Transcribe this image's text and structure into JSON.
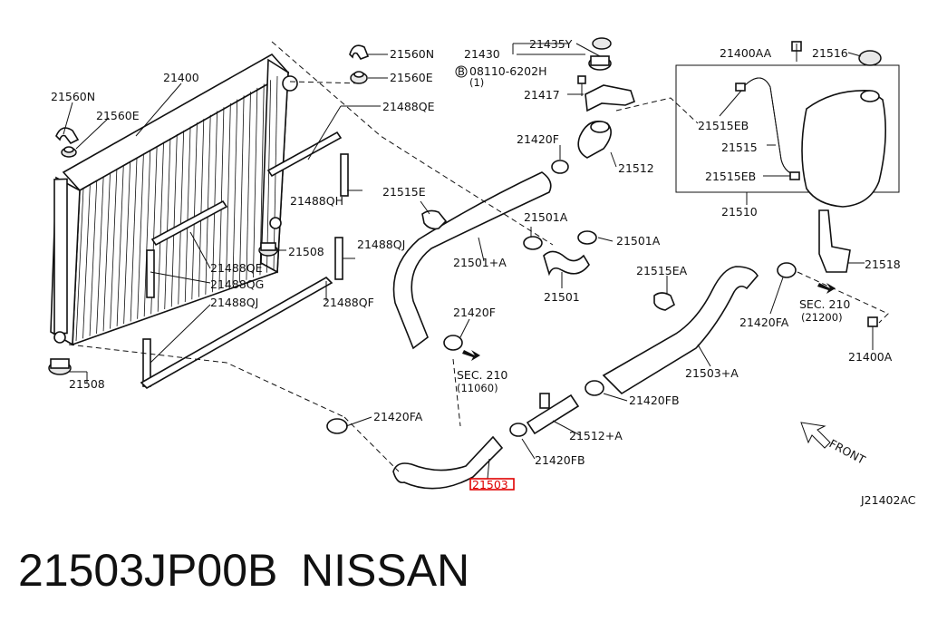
{
  "title": {
    "part_number": "21503JP00B",
    "brand": "NISSAN"
  },
  "diagram": {
    "code": "J21402AC",
    "front_label": "FRONT",
    "highlighted_part": "21503",
    "highlight_color": "#e00000",
    "labels": {
      "p21400": "21400",
      "p21560N_left": "21560N",
      "p21560E_left": "21560E",
      "p21560N_top": "21560N",
      "p21560E_top": "21560E",
      "p21488QE_top": "21488QE",
      "p21488QH": "21488QH",
      "p21508_mid": "21508",
      "p21488QE_mid": "21488QE",
      "p21488QG": "21488QG",
      "p21488QJ_left": "21488QJ",
      "p21488QJ_right": "21488QJ",
      "p21488QF": "21488QF",
      "p21508_bottom": "21508",
      "p21420FA_left": "21420FA",
      "p21430": "21430",
      "p21435Y": "21435Y",
      "p08110": "08110-6202H",
      "p08110_qty": "(1)",
      "p08110_marker": "B",
      "p21417": "21417",
      "p21420F_top": "21420F",
      "p21512": "21512",
      "p21515E": "21515E",
      "p21501A_left": "21501A",
      "p21501A_right": "21501A",
      "p21501plusA": "21501+A",
      "p21501": "21501",
      "p21420F_bottom": "21420F",
      "sec210_left": "SEC. 210",
      "sec210_left_ref": "(11060)",
      "p21515EA": "21515EA",
      "p21420FA_right": "21420FA",
      "p21503plusA": "21503+A",
      "p21420FB_top": "21420FB",
      "p21512plusA": "21512+A",
      "p21420FB_bottom": "21420FB",
      "p21503": "21503",
      "p21400AA": "21400AA",
      "p21516": "21516",
      "p21515EB_top": "21515EB",
      "p21515": "21515",
      "p21515EB_bottom": "21515EB",
      "p21510": "21510",
      "p21518": "21518",
      "sec210_right": "SEC. 210",
      "sec210_right_ref": "(21200)",
      "p21400A": "21400A"
    }
  }
}
